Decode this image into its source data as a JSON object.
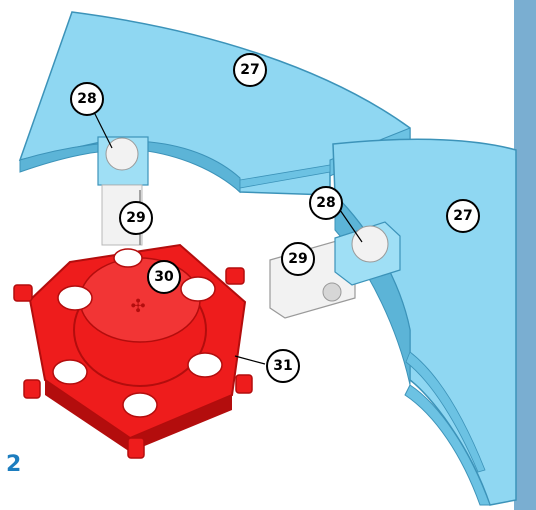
{
  "step": {
    "number": "2"
  },
  "callouts": {
    "c27a": "27",
    "c27b": "27",
    "c28a": "28",
    "c28b": "28",
    "c29a": "29",
    "c29b": "29",
    "c30": "30",
    "c31": "31"
  },
  "colors": {
    "accent": "#1c7dbf",
    "side_bar": "#7aaed1",
    "segment_fill": "#8fd7f2",
    "segment_dark": "#5cb4d7",
    "segment_edge": "#3c93b9",
    "hub_red": "#ee1c1c",
    "hub_dark": "#b30d0d",
    "connector_white": "#f2f2f2",
    "connector_blue": "#9fdff5"
  }
}
